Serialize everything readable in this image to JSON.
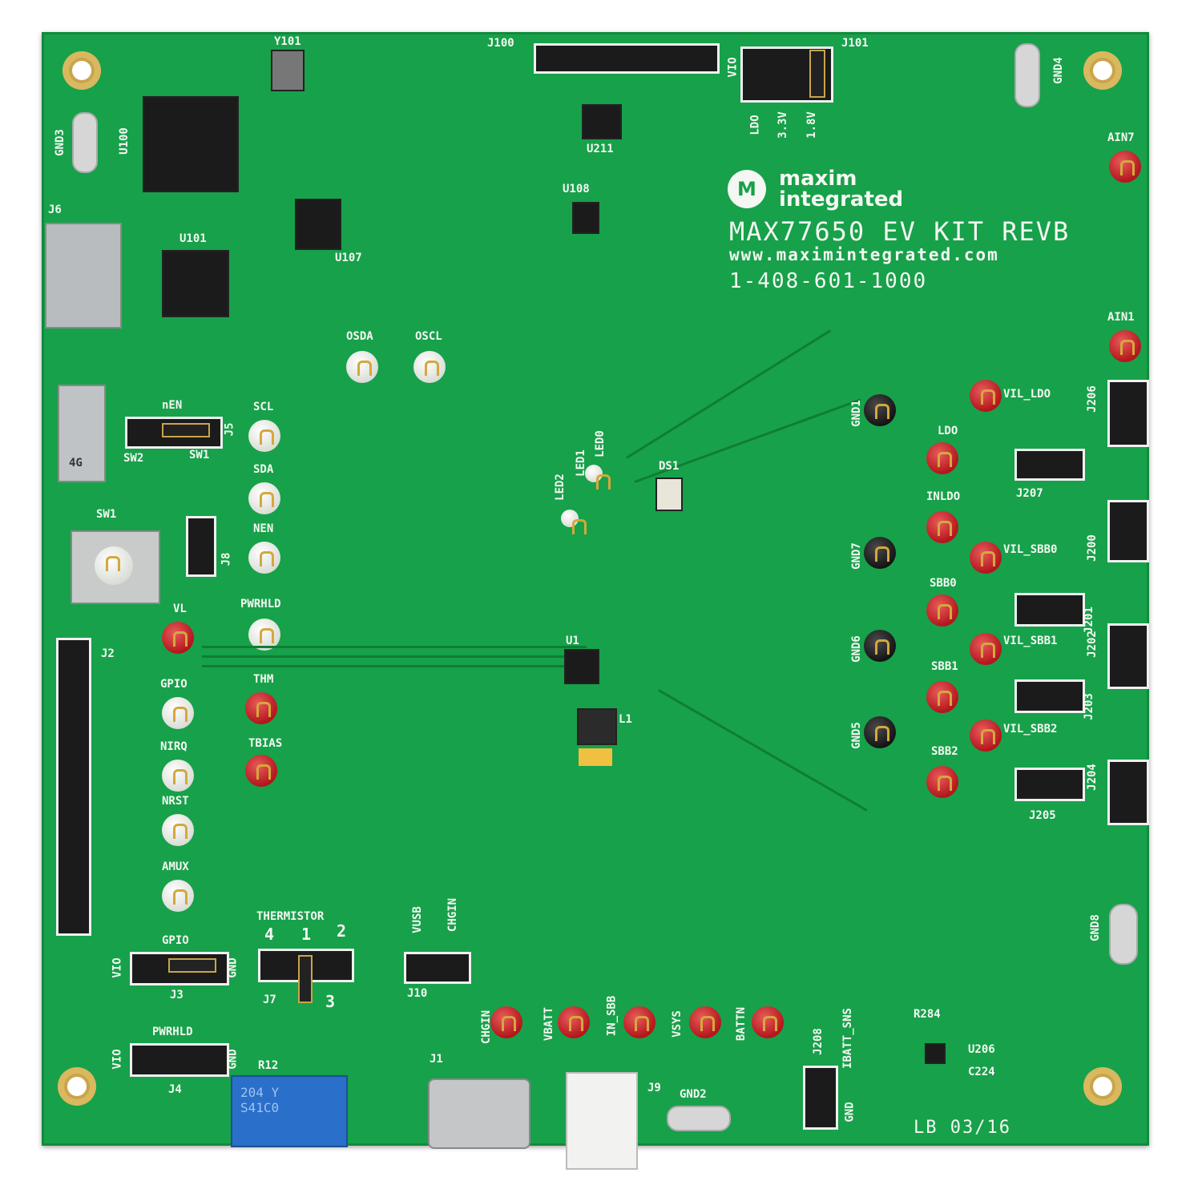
{
  "board": {
    "brand_line1": "maxim",
    "brand_line2": "integrated",
    "logo_mark": "M",
    "title": "MAX77650 EV KIT REVB",
    "url": "www.maximintegrated.com",
    "phone": "1-408-601-1000",
    "date_code": "LB 03/16"
  },
  "labels": {
    "j100": "J100",
    "j101": "J101",
    "j6": "J6",
    "j2": "J2",
    "j3": "J3",
    "j4": "J4",
    "j5": "J5",
    "j7": "J7",
    "j8": "J8",
    "j9": "J9",
    "j10": "J10",
    "j1": "J1",
    "sw1": "SW1",
    "sw2": "SW2",
    "nen": "nEN",
    "scl": "SCL",
    "sda": "SDA",
    "nen_tp": "NEN",
    "pwrhld": "PWRHLD",
    "vl": "VL",
    "gpio": "GPIO",
    "thm": "THM",
    "tbias": "TBIAS",
    "nirq": "NIRQ",
    "nrst": "NRST",
    "amux": "AMUX",
    "osda": "OSDA",
    "oscl": "OSCL",
    "ain7": "AIN7",
    "ain1": "AIN1",
    "gnd1": "GND1",
    "gnd2": "GND2",
    "gnd3": "GND3",
    "gnd4": "GND4",
    "gnd5": "GND5",
    "gnd6": "GND6",
    "gnd7": "GND7",
    "gnd8": "GND8",
    "vil_ldo": "VIL_LDO",
    "ldo": "LDO",
    "inldo": "INLDO",
    "vil_sbb0": "VIL_SBB0",
    "sbb0": "SBB0",
    "vil_sbb1": "VIL_SBB1",
    "sbb1": "SBB1",
    "vil_sbb2": "VIL_SBB2",
    "sbb2": "SBB2",
    "j200": "J200",
    "j201": "J201",
    "j202": "J202",
    "j203": "J203",
    "j204": "J204",
    "j205": "J205",
    "j206": "J206",
    "j207": "J207",
    "j208": "J208",
    "thermistor": "THERMISTOR",
    "th4": "4",
    "th1": "1",
    "th2": "2",
    "th3": "3",
    "vusb": "VUSB",
    "chgin": "CHGIN",
    "chgin_tp": "CHGIN",
    "vbatt": "VBATT",
    "in_sbb": "IN_SBB",
    "vsys": "VSYS",
    "battn": "BATTN",
    "ibatt": "IBATT_SNS",
    "gnd_j208": "GND",
    "vio_j3": "VIO",
    "gpio_j3": "GPIO",
    "gnd_j3": "GND",
    "vio_j4": "VIO",
    "pwrhld_j4": "PWRHLD",
    "gnd_j4": "GND",
    "ldo_j101": "LDO",
    "v33": "3.3V",
    "v18": "1.8V",
    "vio_j101": "VIO",
    "u1": "U1",
    "l1": "L1",
    "ds1": "DS1",
    "led0": "LED0",
    "led1": "LED1",
    "led2": "LED2",
    "u100": "U100",
    "u101": "U101",
    "u107": "U107",
    "u108": "U108",
    "u206": "U206",
    "u211": "U211",
    "y101": "Y101",
    "r284": "R284",
    "c224": "C224",
    "r12": "R12",
    "sw_4g": "4G",
    "pot_text": "204 Y\nS41C0"
  },
  "icons": {
    "mounting_hole": "mounting-hole-icon",
    "test_point": "test-point-icon",
    "arrow": "triangle-arrow-icon"
  },
  "colors": {
    "pcb": "#17a14a",
    "silk": "#f4f7f2",
    "tp_red": "#c41e24",
    "tp_white": "#ececea",
    "tp_black": "#1a1a1a"
  }
}
